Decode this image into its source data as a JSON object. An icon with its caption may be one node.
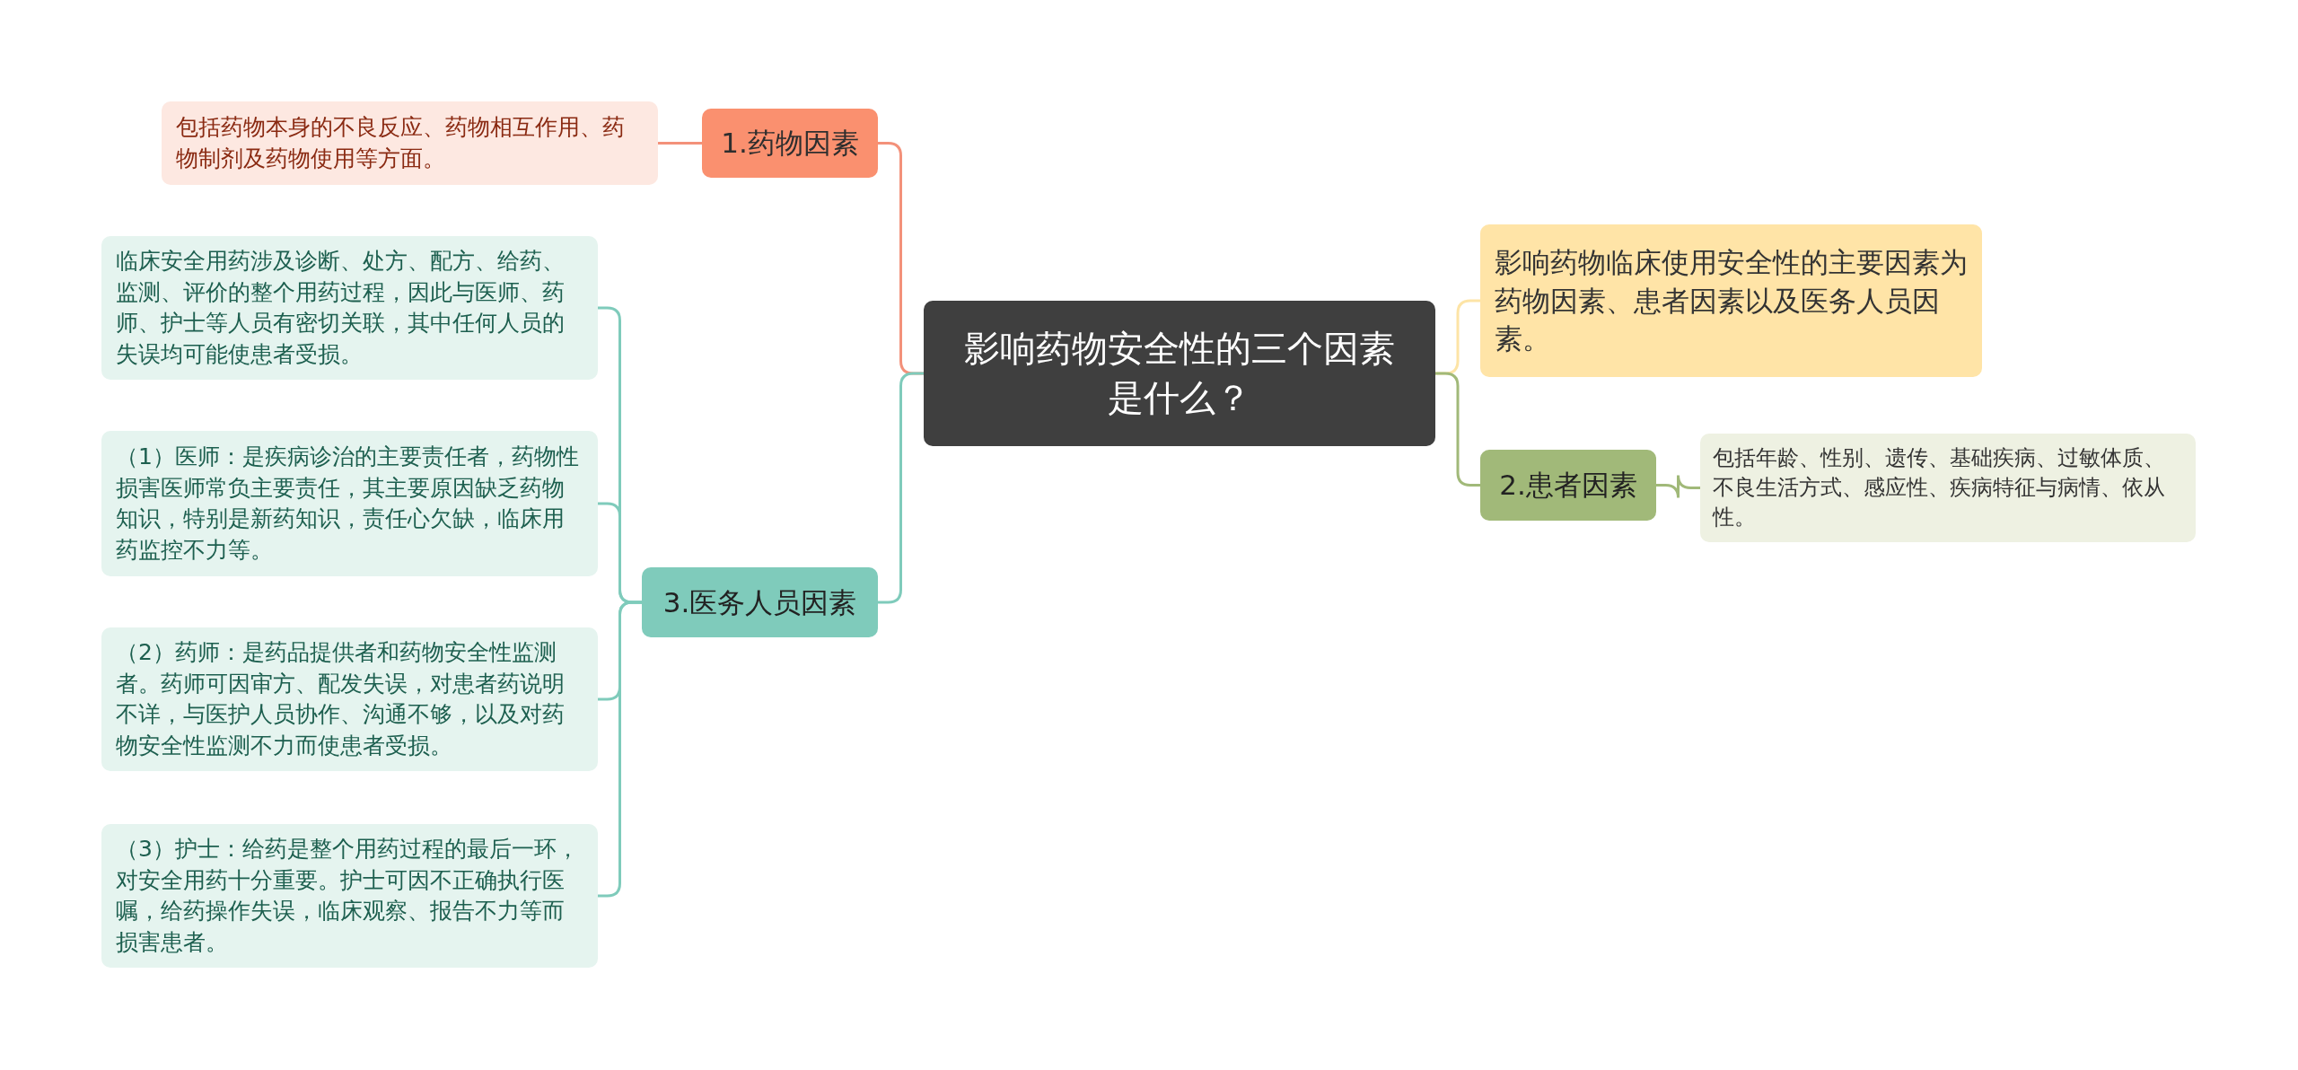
{
  "diagram": {
    "nodes": [
      {
        "text": [
          "影响药物安全性的三个因素是什么？"
        ]
      },
      {
        "text": [
          "1.药物因素"
        ]
      },
      {
        "text": [
          "包括药物本身的不良反应、药物相互作用、药物制剂及药物使用等方面。"
        ]
      },
      {
        "text": [
          "3.医务人员因素"
        ]
      },
      {
        "text": [
          "临床安全用药涉及诊断、处方、配方、给药、监测、评价的整个用药过程，因此与医师、药师、护士等人员有密切关联，其中任何人员的失误均可能使患者受损。"
        ]
      },
      {
        "text": [
          "（1）医师：是疾病诊治的主要责任者，药物性损害医师常负主要责任，其主要原因缺乏药物知识，特别是新药知识，责任心欠缺，临床用药监控不力等。"
        ]
      },
      {
        "text": [
          "（2）药师：是药品提供者和药物安全性监测者。药师可因审方、配发失误，对患者药说明不详，与医护人员协作、沟通不够，以及对药物安全性监测不力而使患者受损。"
        ]
      },
      {
        "text": [
          "（3）护士：给药是整个用药过程的最后一环，对安全用药十分重要。护士可因不正确执行医嘱，给药操作失误，临床观察、报告不力等而损害患者。"
        ]
      },
      {
        "text": [
          "影响药物临床使用安全性的主要因素为药物因素、患者因素以及医务人员因素。"
        ]
      },
      {
        "text": [
          "2.患者因素"
        ]
      },
      {
        "text": [
          "包括年龄、性别、遗传、基础疾病、过敏体质、不良生活方式、感应性、疾病特征与病情、依从性。"
        ]
      }
    ],
    "edges": [
      {
        "from": 0,
        "to": 1,
        "arrow": "none",
        "color": "#f3917a"
      },
      {
        "from": 1,
        "to": 2,
        "arrow": "none",
        "color": "#f3917a"
      },
      {
        "from": 0,
        "to": 3,
        "arrow": "none"
      },
      {
        "from": 3,
        "to": 4,
        "arrow": "none"
      },
      {
        "from": 3,
        "to": 5,
        "arrow": "none"
      },
      {
        "from": 3,
        "to": 6,
        "arrow": "none"
      },
      {
        "from": 3,
        "to": 7,
        "arrow": "none"
      },
      {
        "from": 0,
        "to": 8,
        "arrow": "none",
        "color": "#fde4a6"
      },
      {
        "from": 0,
        "to": 9,
        "arrow": "none",
        "color": "#a1b979"
      },
      {
        "from": 9,
        "to": 10,
        "arrow": "none",
        "color": "#a1b979"
      }
    ]
  }
}
